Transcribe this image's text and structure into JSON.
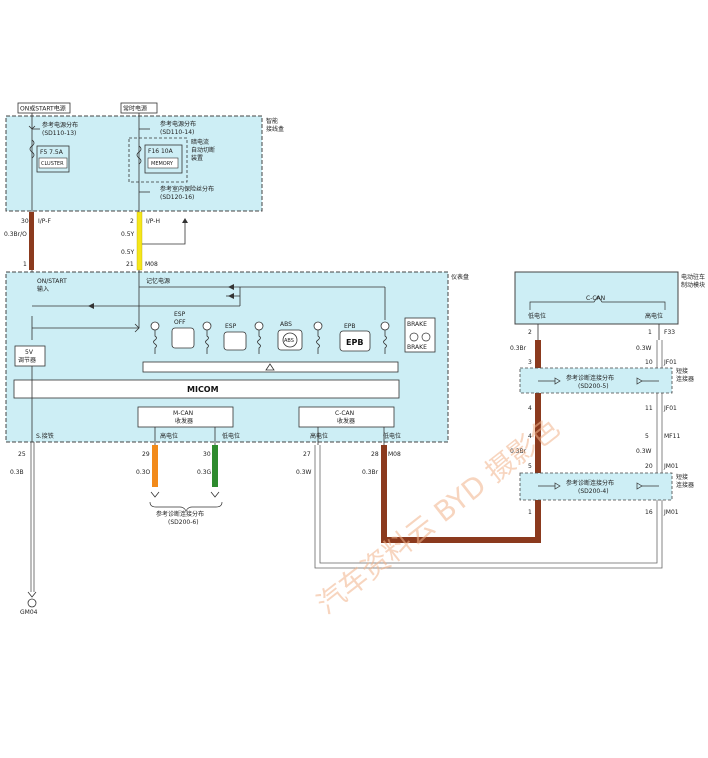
{
  "power": {
    "on_start_label": "ON或START电源",
    "constant_label": "常时电源"
  },
  "junction_box": {
    "label_line1": "智能",
    "label_line2": "接线盒",
    "ref_power_1": "参考电源分布",
    "ref_power_1_code": "(SD110-13)",
    "fuse_1": "F5 7.5A",
    "fuse_1_name": "CLUSTER",
    "ref_power_2": "参考电源分布",
    "ref_power_2_code": "(SD110-14)",
    "fuse_2": "F16 10A",
    "fuse_2_name": "MEMORY",
    "cutoff_line1": "暗电流",
    "cutoff_line2": "自动切断",
    "cutoff_line3": "装置",
    "ref_fuse": "参考室内保险丝分布",
    "ref_fuse_code": "(SD120-16)"
  },
  "connectors": {
    "pin_30": "30",
    "pin_30_conn": "I/P-F",
    "wire_03brO": "0.3Br/O",
    "pin_1": "1",
    "pin_2": "2",
    "pin_2_conn": "I/P-H",
    "wire_05y_a": "0.5Y",
    "wire_05y_b": "0.5Y",
    "pin_21": "21",
    "conn_m08_top": "M08"
  },
  "cluster": {
    "label": "仪表盘",
    "on_start_line1": "ON/START",
    "on_start_line2": "输入",
    "memory_power": "记忆电源",
    "regulator_line1": "5V",
    "regulator_line2": "调节器",
    "esp_off": "ESP\nOFF",
    "esp_off_l1": "ESP",
    "esp_off_l2": "OFF",
    "esp": "ESP",
    "abs": "ABS",
    "abs_icon": "ABS",
    "epb": "EPB",
    "epb_icon": "EPB",
    "brake": "BRAKE",
    "brake_icon": "BRAKE",
    "micom": "MICOM",
    "mcan_line1": "M-CAN",
    "mcan_line2": "收发器",
    "ccan_line1": "C-CAN",
    "ccan_line2": "收发器",
    "high_1": "高电位",
    "low_1": "低电位",
    "high_2": "高电位",
    "low_2": "低电位",
    "ground_s": "S.接铁"
  },
  "bottom_pins": {
    "p25": "25",
    "w03b": "0.3B",
    "p29": "29",
    "w03o": "0.3O",
    "p30": "30",
    "w03g": "0.3G",
    "p27": "27",
    "w03w": "0.3W",
    "p28": "28",
    "w03br": "0.3Br",
    "m08": "M08",
    "ref_diag": "参考诊断连接分布",
    "ref_diag_code": "(SD200-6)",
    "ground": "GM04"
  },
  "epb_module": {
    "label_line1": "电动驻车",
    "label_line2": "制动模块",
    "ccan": "C-CAN",
    "low": "低电位",
    "high": "高电位",
    "p2": "2",
    "p1": "1",
    "f33": "F33",
    "w03br_1": "0.3Br",
    "w03w_1": "0.3W",
    "p3": "3",
    "p10": "10",
    "jf01_a": "JF01",
    "short_conn_1a": "短接",
    "short_conn_1b": "连接器",
    "ref_diag_5": "参考诊断连接分布",
    "ref_diag_5_code": "(SD200-5)",
    "p4a": "4",
    "p11": "11",
    "jf01_b": "JF01",
    "p4b": "4",
    "p5a": "5",
    "mf11": "MF11",
    "w03br_2": "0.3Br",
    "w03w_2": "0.3W",
    "p5b": "5",
    "p20": "20",
    "jm01_a": "JM01",
    "short_conn_2a": "短接",
    "short_conn_2b": "连接器",
    "ref_diag_4": "参考诊断连接分布",
    "ref_diag_4_code": "(SD200-4)",
    "p1b": "1",
    "p16": "16",
    "jm01_b": "JM01"
  },
  "watermark": "汽车资料云 BYD 摄影色",
  "colors": {
    "panel_fill": "#cdeef5",
    "wire_brown": "#8b3a1e",
    "wire_yellow": "#f5e61a",
    "wire_orange": "#f28a1a",
    "wire_green": "#2e8b2e",
    "wire_white": "#ffffff"
  }
}
